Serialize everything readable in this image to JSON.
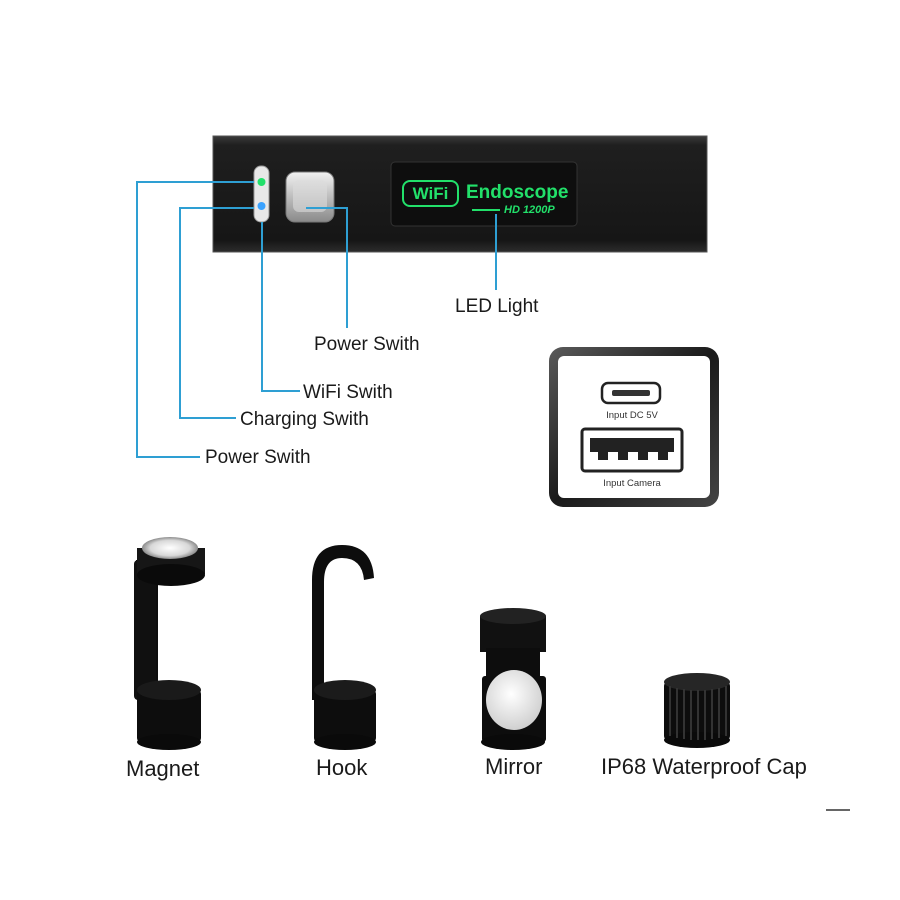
{
  "device": {
    "badge_text": "WiFi",
    "brand_text": "Endoscope",
    "model_text": "HD 1200P"
  },
  "callouts": {
    "led_light": "LED Light",
    "power_switch_top": "Power Swith",
    "wifi_switch": "WiFi Swith",
    "charging_switch": "Charging Swith",
    "power_switch_bottom": "Power Swith"
  },
  "ports": {
    "micro_usb_label": "Input DC 5V",
    "usb_a_label": "Input Camera"
  },
  "accessories": [
    {
      "label": "Magnet"
    },
    {
      "label": "Hook"
    },
    {
      "label": "Mirror"
    },
    {
      "label": "IP68 Waterproof Cap"
    }
  ],
  "colors": {
    "callout_line": "#2e9fd3",
    "device_body": "#1c1c1c",
    "led_green": "#22e06a",
    "led_blue": "#3aa2ff",
    "accessory_black": "#0d0d0d"
  }
}
